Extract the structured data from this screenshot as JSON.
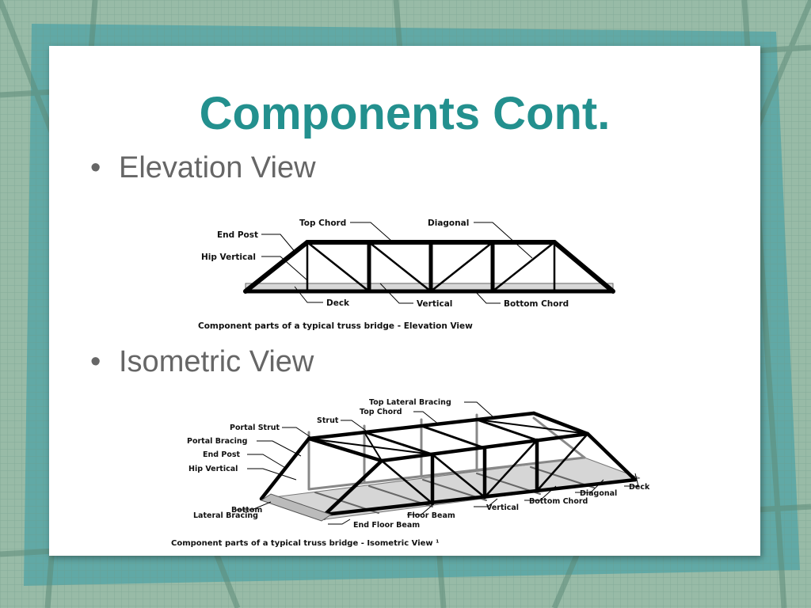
{
  "slide": {
    "title": "Components Cont.",
    "bullets": [
      "Elevation View",
      "Isometric View"
    ]
  },
  "elevation": {
    "labels": {
      "top_chord": "Top Chord",
      "diagonal": "Diagonal",
      "end_post": "End Post",
      "hip_vertical": "Hip Vertical",
      "deck": "Deck",
      "vertical": "Vertical",
      "bottom_chord": "Bottom Chord"
    },
    "caption": "Component parts of a typical truss bridge - Elevation View"
  },
  "isometric": {
    "labels": {
      "top_lateral_bracing": "Top Lateral Bracing",
      "top_chord": "Top Chord",
      "strut": "Strut",
      "portal_strut": "Portal Strut",
      "portal_bracing": "Portal Bracing",
      "end_post": "End Post",
      "hip_vertical": "Hip Vertical",
      "bottom": "Bottom",
      "lateral_bracing": "Lateral Bracing",
      "end_floor_beam": "End Floor Beam",
      "floor_beam": "Floor Beam",
      "vertical": "Vertical",
      "bottom_chord": "Bottom Chord",
      "diagonal": "Diagonal",
      "deck": "Deck"
    },
    "caption": "Component parts of a typical truss bridge - Isometric View ¹"
  },
  "colors": {
    "title": "#23908e",
    "bullet_text": "#666666",
    "background_base": "#8fb5a0",
    "background_accent": "#3f9ea3"
  }
}
